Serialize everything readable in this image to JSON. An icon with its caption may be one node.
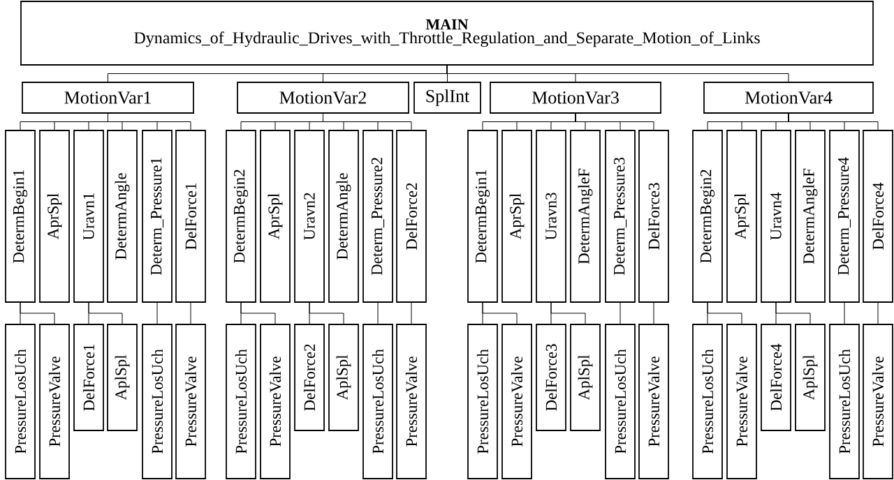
{
  "diagram": {
    "nodes": [
      {
        "text": [
          "MAIN",
          "Dynamics_of_Hydraulic_Drives_with_Throttle_Regulation_and_Separate_Motion_of_Links"
        ]
      },
      {
        "text": [
          "MotionVar1"
        ]
      },
      {
        "text": [
          "MotionVar2"
        ]
      },
      {
        "text": [
          "SplInt"
        ]
      },
      {
        "text": [
          "MotionVar3"
        ]
      },
      {
        "text": [
          "MotionVar4"
        ]
      },
      {
        "text": [
          "DetermBegin1"
        ]
      },
      {
        "text": [
          "AprSpl"
        ]
      },
      {
        "text": [
          "Uravn1"
        ]
      },
      {
        "text": [
          "DetermAngle"
        ]
      },
      {
        "text": [
          "Determ_Pressure1"
        ]
      },
      {
        "text": [
          "DelForce1"
        ]
      },
      {
        "text": [
          "PressureLosUch"
        ]
      },
      {
        "text": [
          "PressureValve"
        ]
      },
      {
        "text": [
          "DelForce1"
        ]
      },
      {
        "text": [
          "AplSpl"
        ]
      },
      {
        "text": [
          "PressureLosUch"
        ]
      },
      {
        "text": [
          "PressureValve"
        ]
      },
      {
        "text": [
          "DetermBegin2"
        ]
      },
      {
        "text": [
          "AprSpl"
        ]
      },
      {
        "text": [
          "Uravn2"
        ]
      },
      {
        "text": [
          "DetermAngle"
        ]
      },
      {
        "text": [
          "Determ_Pressure2"
        ]
      },
      {
        "text": [
          "DelForce2"
        ]
      },
      {
        "text": [
          "PressureLosUch"
        ]
      },
      {
        "text": [
          "PressureValve"
        ]
      },
      {
        "text": [
          "DelForce2"
        ]
      },
      {
        "text": [
          "AplSpl"
        ]
      },
      {
        "text": [
          "PressureLosUch"
        ]
      },
      {
        "text": [
          "PressureValve"
        ]
      },
      {
        "text": [
          "DetermBegin1"
        ]
      },
      {
        "text": [
          "AprSpl"
        ]
      },
      {
        "text": [
          "Uravn3"
        ]
      },
      {
        "text": [
          "DetermAngleF"
        ]
      },
      {
        "text": [
          "Determ_Pressure3"
        ]
      },
      {
        "text": [
          "DelForce3"
        ]
      },
      {
        "text": [
          "PressureLosUch"
        ]
      },
      {
        "text": [
          "PressureValve"
        ]
      },
      {
        "text": [
          "DelForce3"
        ]
      },
      {
        "text": [
          "AplSpl"
        ]
      },
      {
        "text": [
          "PressureLosUch"
        ]
      },
      {
        "text": [
          "PressureValve"
        ]
      },
      {
        "text": [
          "DetermBegin2"
        ]
      },
      {
        "text": [
          "AprSpl"
        ]
      },
      {
        "text": [
          "Uravn4"
        ]
      },
      {
        "text": [
          "DetermAngleF"
        ]
      },
      {
        "text": [
          "Determ_Pressure4"
        ]
      },
      {
        "text": [
          "DelForce4"
        ]
      },
      {
        "text": [
          "PressureLosUch"
        ]
      },
      {
        "text": [
          "PressureValve"
        ]
      },
      {
        "text": [
          "DelForce4"
        ]
      },
      {
        "text": [
          "AplSpl"
        ]
      },
      {
        "text": [
          "PressureLosUch"
        ]
      },
      {
        "text": [
          "PressureValve"
        ]
      }
    ],
    "edges": [
      {
        "from": 0,
        "to": 1,
        "arrow": "none"
      },
      {
        "from": 0,
        "to": 2,
        "arrow": "none"
      },
      {
        "from": 0,
        "to": 3,
        "arrow": "none"
      },
      {
        "from": 0,
        "to": 4,
        "arrow": "none"
      },
      {
        "from": 0,
        "to": 5,
        "arrow": "none"
      },
      {
        "from": 1,
        "to": 6,
        "arrow": "none"
      },
      {
        "from": 1,
        "to": 7,
        "arrow": "none"
      },
      {
        "from": 1,
        "to": 8,
        "arrow": "none"
      },
      {
        "from": 1,
        "to": 9,
        "arrow": "none"
      },
      {
        "from": 1,
        "to": 10,
        "arrow": "none"
      },
      {
        "from": 1,
        "to": 11,
        "arrow": "none"
      },
      {
        "from": 6,
        "to": 12,
        "arrow": "none"
      },
      {
        "from": 6,
        "to": 13,
        "arrow": "none"
      },
      {
        "from": 8,
        "to": 14,
        "arrow": "none"
      },
      {
        "from": 8,
        "to": 15,
        "arrow": "none"
      },
      {
        "from": 10,
        "to": 16,
        "arrow": "none"
      },
      {
        "from": 11,
        "to": 17,
        "arrow": "none"
      },
      {
        "from": 2,
        "to": 18,
        "arrow": "none"
      },
      {
        "from": 2,
        "to": 19,
        "arrow": "none"
      },
      {
        "from": 2,
        "to": 20,
        "arrow": "none"
      },
      {
        "from": 2,
        "to": 21,
        "arrow": "none"
      },
      {
        "from": 2,
        "to": 22,
        "arrow": "none"
      },
      {
        "from": 2,
        "to": 23,
        "arrow": "none"
      },
      {
        "from": 18,
        "to": 24,
        "arrow": "none"
      },
      {
        "from": 18,
        "to": 25,
        "arrow": "none"
      },
      {
        "from": 20,
        "to": 26,
        "arrow": "none"
      },
      {
        "from": 20,
        "to": 27,
        "arrow": "none"
      },
      {
        "from": 22,
        "to": 28,
        "arrow": "none"
      },
      {
        "from": 23,
        "to": 29,
        "arrow": "none"
      },
      {
        "from": 4,
        "to": 30,
        "arrow": "none"
      },
      {
        "from": 4,
        "to": 31,
        "arrow": "none"
      },
      {
        "from": 4,
        "to": 32,
        "arrow": "none"
      },
      {
        "from": 4,
        "to": 33,
        "arrow": "none"
      },
      {
        "from": 4,
        "to": 34,
        "arrow": "none"
      },
      {
        "from": 4,
        "to": 35,
        "arrow": "none"
      },
      {
        "from": 30,
        "to": 36,
        "arrow": "none"
      },
      {
        "from": 30,
        "to": 37,
        "arrow": "none"
      },
      {
        "from": 32,
        "to": 38,
        "arrow": "none"
      },
      {
        "from": 32,
        "to": 39,
        "arrow": "none"
      },
      {
        "from": 34,
        "to": 40,
        "arrow": "none"
      },
      {
        "from": 35,
        "to": 41,
        "arrow": "none"
      },
      {
        "from": 5,
        "to": 42,
        "arrow": "none"
      },
      {
        "from": 5,
        "to": 43,
        "arrow": "none"
      },
      {
        "from": 5,
        "to": 44,
        "arrow": "none"
      },
      {
        "from": 5,
        "to": 45,
        "arrow": "none"
      },
      {
        "from": 5,
        "to": 46,
        "arrow": "none"
      },
      {
        "from": 5,
        "to": 47,
        "arrow": "none"
      },
      {
        "from": 42,
        "to": 48,
        "arrow": "none"
      },
      {
        "from": 42,
        "to": 49,
        "arrow": "none"
      },
      {
        "from": 44,
        "to": 50,
        "arrow": "none"
      },
      {
        "from": 44,
        "to": 51,
        "arrow": "none"
      },
      {
        "from": 46,
        "to": 52,
        "arrow": "none"
      },
      {
        "from": 47,
        "to": 53,
        "arrow": "none"
      }
    ]
  }
}
